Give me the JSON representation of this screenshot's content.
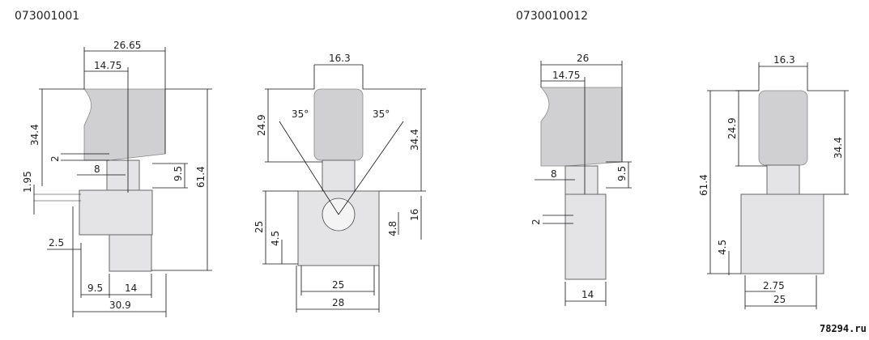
{
  "titles": {
    "left": "073001001",
    "right": "0730010012"
  },
  "dims": {
    "d1_26_65": "26.65",
    "d1_14_75": "14.75",
    "d1_34_4": "34.4",
    "d1_2": "2",
    "d1_8": "8",
    "d1_9_5": "9.5",
    "d1_61_4": "61.4",
    "d1_1_95": "1.95",
    "d1_2_5": "2.5",
    "d1_9_5b": "9.5",
    "d1_14": "14",
    "d1_30_9": "30.9",
    "d2_16_3": "16.3",
    "d2_24_9": "24.9",
    "d2_35a": "35°",
    "d2_35b": "35°",
    "d2_34_4": "34.4",
    "d2_25": "25",
    "d2_4_5": "4.5",
    "d2_4_8": "4.8",
    "d2_16": "16",
    "d2_25b": "25",
    "d2_28": "28",
    "d3_26": "26",
    "d3_14_75": "14.75",
    "d3_8": "8",
    "d3_9_5": "9.5",
    "d3_2": "2",
    "d3_14": "14",
    "d4_16_3": "16.3",
    "d4_24_9": "24.9",
    "d4_34_4": "34.4",
    "d4_61_4": "61.4",
    "d4_4_5": "4.5",
    "d4_2_75": "2.75",
    "d4_25": "25"
  },
  "watermark": "78294.ru",
  "colors": {
    "body": "#e4e4e6",
    "trigger": "#d0d0d2",
    "line": "#111111"
  }
}
